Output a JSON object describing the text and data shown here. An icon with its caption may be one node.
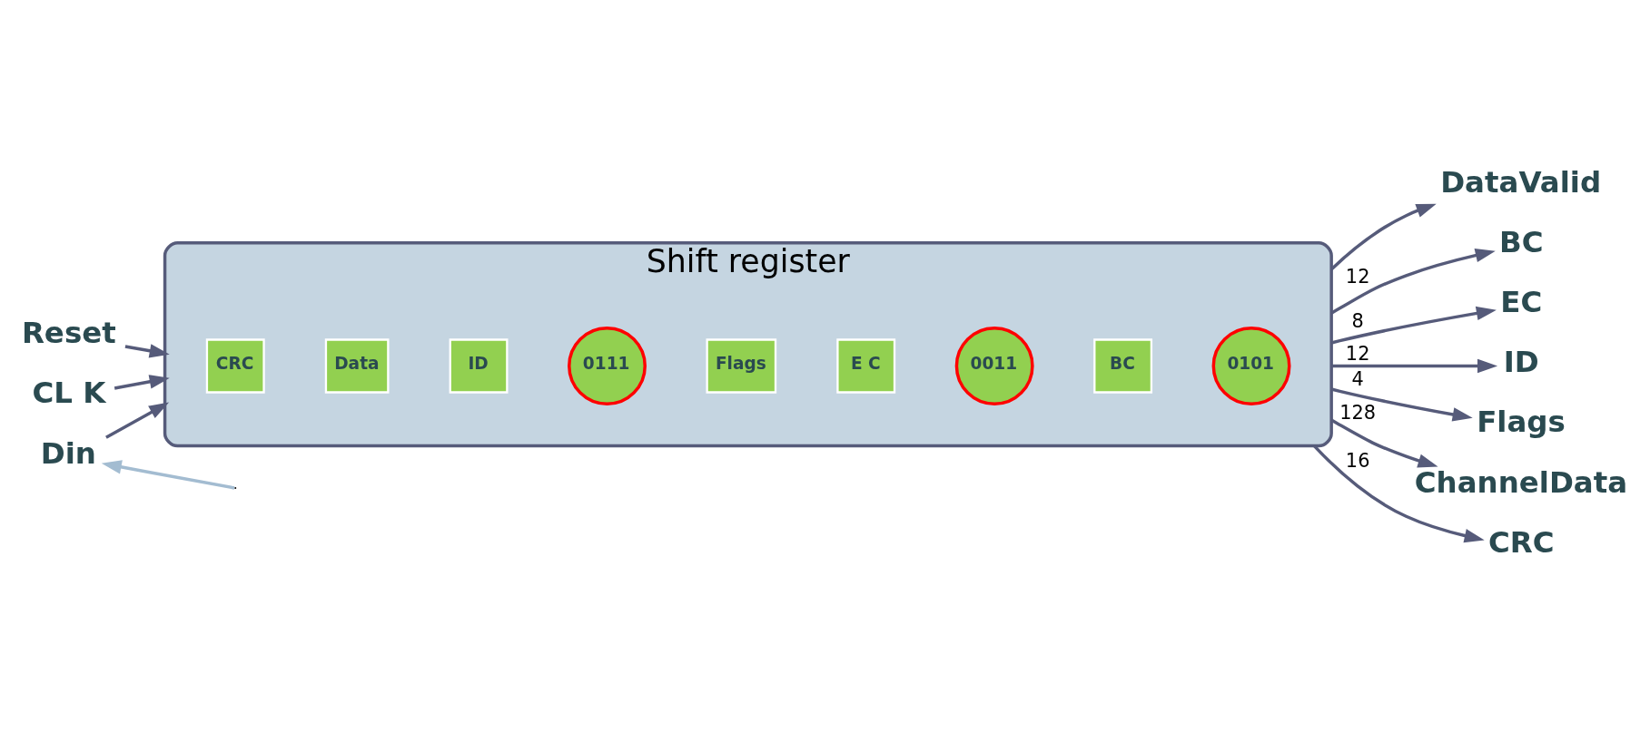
{
  "diagram": {
    "nodes": [
      {
        "text": [
          "Shift register"
        ]
      },
      {
        "text": [
          "CRC"
        ],
        "in": 0
      },
      {
        "text": [
          "Data"
        ],
        "in": 0
      },
      {
        "text": [
          "ID"
        ],
        "in": 0
      },
      {
        "text": [
          "0111"
        ],
        "in": 0
      },
      {
        "text": [
          "Flags"
        ],
        "in": 0
      },
      {
        "text": [
          "E C"
        ],
        "in": 0
      },
      {
        "text": [
          "0011"
        ],
        "in": 0
      },
      {
        "text": [
          "BC"
        ],
        "in": 0
      },
      {
        "text": [
          "0101"
        ],
        "in": 0
      },
      {
        "text": [
          "CL K"
        ]
      },
      {
        "text": [
          "Din"
        ]
      },
      {
        "text": [
          "Reset"
        ]
      },
      {
        "text": [
          "DataValid"
        ]
      },
      {
        "text": [
          "BC"
        ]
      },
      {
        "text": [
          "EC"
        ]
      },
      {
        "text": [
          "ID"
        ]
      },
      {
        "text": [
          "Flags"
        ]
      },
      {
        "text": [
          "ChannelData"
        ]
      },
      {
        "text": [
          "CRC"
        ]
      }
    ],
    "edges": [
      {
        "from": 10,
        "to": 0,
        "arrow": "to"
      },
      {
        "from": 11,
        "to": 0,
        "arrow": "to"
      },
      {
        "from": 12,
        "to": 0,
        "arrow": "to"
      },
      {
        "from": 0,
        "to": 13,
        "arrow": "to"
      },
      {
        "from": 0,
        "to": 14,
        "arrow": "to",
        "label": "12"
      },
      {
        "from": 0,
        "to": 15,
        "arrow": "to",
        "label": "8"
      },
      {
        "from": 0,
        "to": 16,
        "arrow": "to",
        "label": "12"
      },
      {
        "from": 0,
        "to": 17,
        "arrow": "to",
        "label": "4"
      },
      {
        "from": 0,
        "to": 18,
        "arrow": "to",
        "label": "128"
      },
      {
        "from": 0,
        "to": 19,
        "arrow": "to",
        "label": "16"
      },
      {
        "from": null,
        "to": 11,
        "arrow": "to",
        "color": "#a3bcd1"
      }
    ]
  }
}
